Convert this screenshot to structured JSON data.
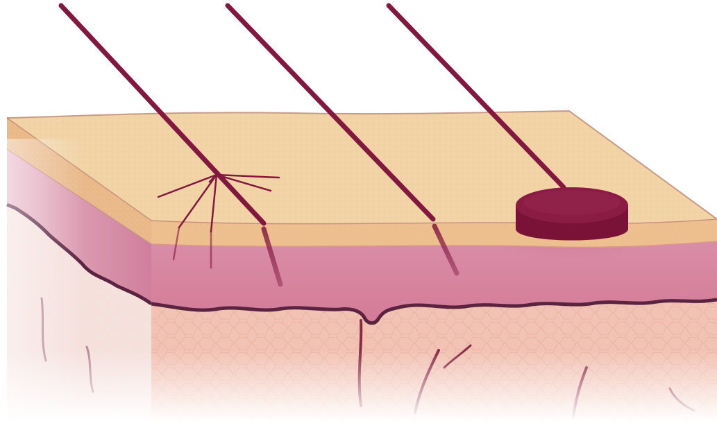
{
  "diagram": {
    "layers": [
      {
        "name": "epidermis",
        "color": "#f1d3a6"
      },
      {
        "name": "dermis",
        "color": "#d98da6"
      },
      {
        "name": "subcutaneous-tissue",
        "color": "#f2c3b4"
      }
    ],
    "probes": [
      {
        "name": "probe-dispersed",
        "effect": "radiating-fibers"
      },
      {
        "name": "probe-linear",
        "effect": "single-track"
      },
      {
        "name": "probe-disc",
        "effect": "surface-disc"
      }
    ],
    "colors": {
      "probe": "#82183f",
      "disc_top": "#8a1c44",
      "disc_side": "#7a1238",
      "skin_top": "#f1d3a6",
      "skin_edge": "#e9b98a",
      "dermis": "#d98da6",
      "subcutis": "#f2c3b4",
      "membrane": "#5a2440",
      "background": "#ffffff"
    }
  }
}
